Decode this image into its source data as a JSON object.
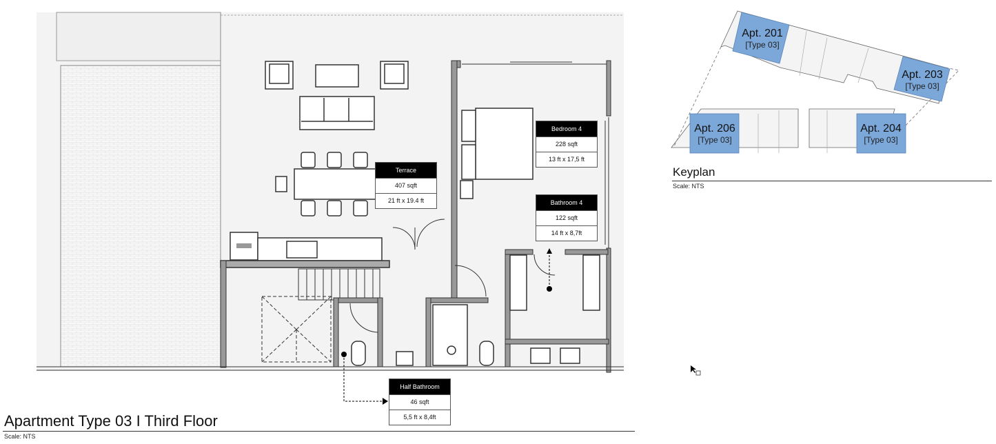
{
  "plan": {
    "title_bold": "Apartment Type 03",
    "title_separator": "I",
    "title_floor": "Third Floor",
    "scale": "Scale: NTS",
    "rooms": [
      {
        "name": "Terrace",
        "area": "407 sqft",
        "dims": "21 ft x 19.4 ft"
      },
      {
        "name": "Bedroom 4",
        "area": "228 sqft",
        "dims": "13 ft x 17,5 ft"
      },
      {
        "name": "Bathroom 4",
        "area": "122 sqft",
        "dims": "14 ft x 8,7ft"
      },
      {
        "name": "Half Bathroom",
        "area": "46 sqft",
        "dims": "5,5 ft x  8,4ft"
      }
    ]
  },
  "keyplan": {
    "title": "Keyplan",
    "scale": "Scale: NTS",
    "highlight_color": "#7ba7d9",
    "units": [
      {
        "apt": "Apt. 201",
        "type": "[Type 03]"
      },
      {
        "apt": "Apt. 203",
        "type": "[Type 03]"
      },
      {
        "apt": "Apt. 206",
        "type": "[Type 03]"
      },
      {
        "apt": "Apt. 204",
        "type": "[Type 03]"
      }
    ]
  }
}
